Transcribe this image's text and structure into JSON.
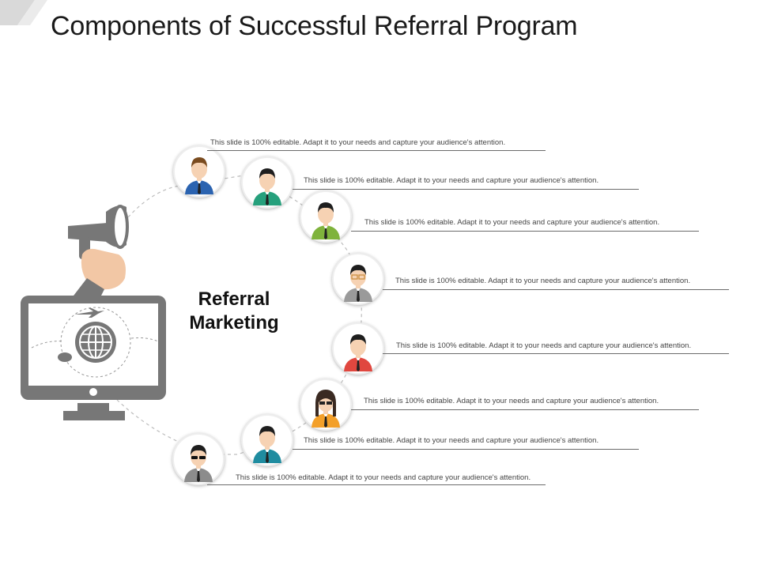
{
  "slide": {
    "title": "Components of Successful Referral Program"
  },
  "center": {
    "line1": "Referral",
    "line2": "Marketing"
  },
  "icons": {
    "megaphone": "megaphone-icon",
    "monitor": "monitor-icon",
    "globe": "globe-icon",
    "airplane": "airplane-icon",
    "person": "person-avatar-icon"
  },
  "colors": {
    "icon_gray": "#777777",
    "hand_skin": "#f2c7a5",
    "rule_gray": "#6b6b6b",
    "skin": "#f6d2b3"
  },
  "nodes": [
    {
      "text": "This slide is 100% editable.  Adapt it to your needs and capture your audience's attention.",
      "shirt": "#2b63b0",
      "hair": "#7a4b1f"
    },
    {
      "text": "This slide is 100% editable.  Adapt it to your needs and capture your audience's attention.",
      "shirt": "#26a07c",
      "hair": "#1e1e1e"
    },
    {
      "text": "This slide is 100% editable.  Adapt it to your needs and capture your audience's attention.",
      "shirt": "#7fb33c",
      "hair": "#1e1e1e"
    },
    {
      "text": "This slide is 100% editable.  Adapt it to your needs and capture your audience's attention.",
      "shirt": "#9a9a9a",
      "hair": "#1e1e1e"
    },
    {
      "text": "This slide is 100% editable.  Adapt it to your needs and capture your audience's attention.",
      "shirt": "#e0473f",
      "hair": "#1e1e1e"
    },
    {
      "text": "This slide is 100% editable.  Adapt it to your needs and capture your audience's attention.",
      "shirt": "#f3a02a",
      "hair": "#3a2a22"
    },
    {
      "text": "This slide is 100% editable.  Adapt it to your needs and capture your audience's attention.",
      "shirt": "#1f8ca0",
      "hair": "#1e1e1e"
    },
    {
      "text": "This slide is 100% editable.  Adapt it to your needs and capture your audience's attention.",
      "shirt": "#8c8c8c",
      "hair": "#1e1e1e"
    }
  ]
}
